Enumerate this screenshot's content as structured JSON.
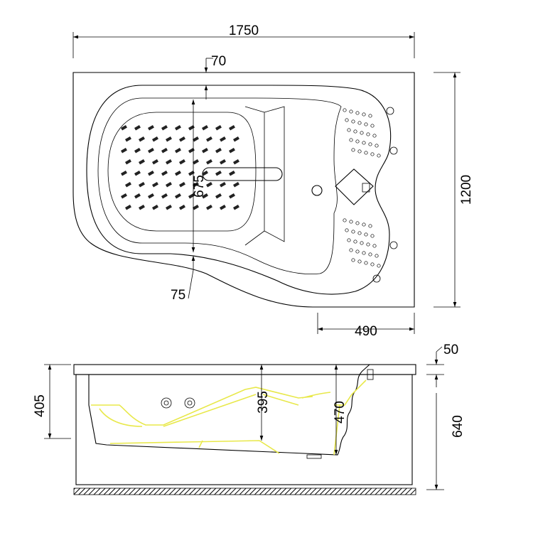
{
  "top_view": {
    "dimensions": {
      "overall_length": "1750",
      "overall_width": "1200",
      "rim_offset": "70",
      "inner_width": "675",
      "edge_offset": "75",
      "corner_width": "490"
    }
  },
  "side_view": {
    "dimensions": {
      "end_depth": "405",
      "inner_depth": "395",
      "deep_depth": "470",
      "rim_thickness": "50",
      "total_height": "640"
    }
  },
  "colors": {
    "line": "#000000",
    "highlight": "#e8e84a"
  }
}
